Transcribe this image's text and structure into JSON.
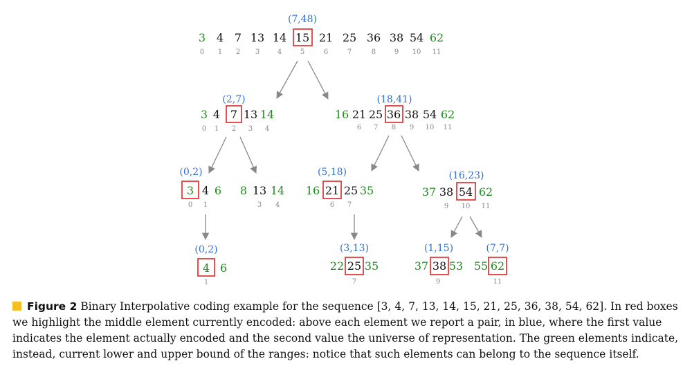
{
  "figure": {
    "root": {
      "pair": "(7,48)",
      "elements": [
        "3",
        "4",
        "7",
        "13",
        "14",
        "15",
        "21",
        "25",
        "36",
        "38",
        "54",
        "62"
      ],
      "indices": [
        "0",
        "1",
        "2",
        "3",
        "4",
        "5",
        "6",
        "7",
        "8",
        "9",
        "10",
        "11"
      ]
    },
    "left": {
      "pair": "(2,7)",
      "elements": [
        "3",
        "4",
        "7",
        "13",
        "14"
      ],
      "indices": [
        "0",
        "1",
        "2",
        "3",
        "4"
      ]
    },
    "right": {
      "pair": "(18,41)",
      "elements": [
        "16",
        "21",
        "25",
        "36",
        "38",
        "54",
        "62"
      ],
      "indices": [
        "6",
        "7",
        "8",
        "9",
        "10",
        "11"
      ]
    },
    "left_left": {
      "pair": "(0,2)",
      "elements": [
        "3",
        "4",
        "6"
      ],
      "indices": [
        "0",
        "1"
      ]
    },
    "left_right": {
      "elements": [
        "8",
        "13",
        "14"
      ],
      "indices": [
        "3",
        "4"
      ]
    },
    "right_left": {
      "pair": "(5,18)",
      "elements": [
        "16",
        "21",
        "25",
        "35"
      ],
      "indices": [
        "6",
        "7"
      ]
    },
    "right_right": {
      "pair": "(16,23)",
      "elements": [
        "37",
        "38",
        "54",
        "62"
      ],
      "indices": [
        "9",
        "10",
        "11"
      ]
    },
    "leaf_a": {
      "pair": "(0,2)",
      "elements": [
        "4",
        "6"
      ],
      "indices": [
        "1"
      ]
    },
    "leaf_b": {
      "pair": "(3,13)",
      "elements": [
        "22",
        "25",
        "35"
      ],
      "indices": [
        "7"
      ]
    },
    "leaf_c": {
      "pair": "(1,15)",
      "elements": [
        "37",
        "38",
        "53"
      ],
      "indices": [
        "9"
      ]
    },
    "leaf_d": {
      "pair": "(7,7)",
      "elements": [
        "55",
        "62"
      ],
      "indices": [
        "11"
      ]
    }
  },
  "caption": {
    "label": "Figure 2",
    "text": "Binary Interpolative coding example for the sequence [3, 4, 7, 13, 14, 15, 21, 25, 36, 38, 54, 62]. In red boxes we highlight the middle element currently encoded: above each element we report a pair, in blue, where the first value indicates the element actually encoded and the second value the universe of representation. The green elements indicate, instead, current lower and upper bound of the ranges: notice that such elements can belong to the sequence itself."
  },
  "colors": {
    "pair": "#2f6fd6",
    "bound": "#1f8a1f",
    "highlight": "#e02424",
    "index": "#888888",
    "marker": "#f4c021"
  }
}
